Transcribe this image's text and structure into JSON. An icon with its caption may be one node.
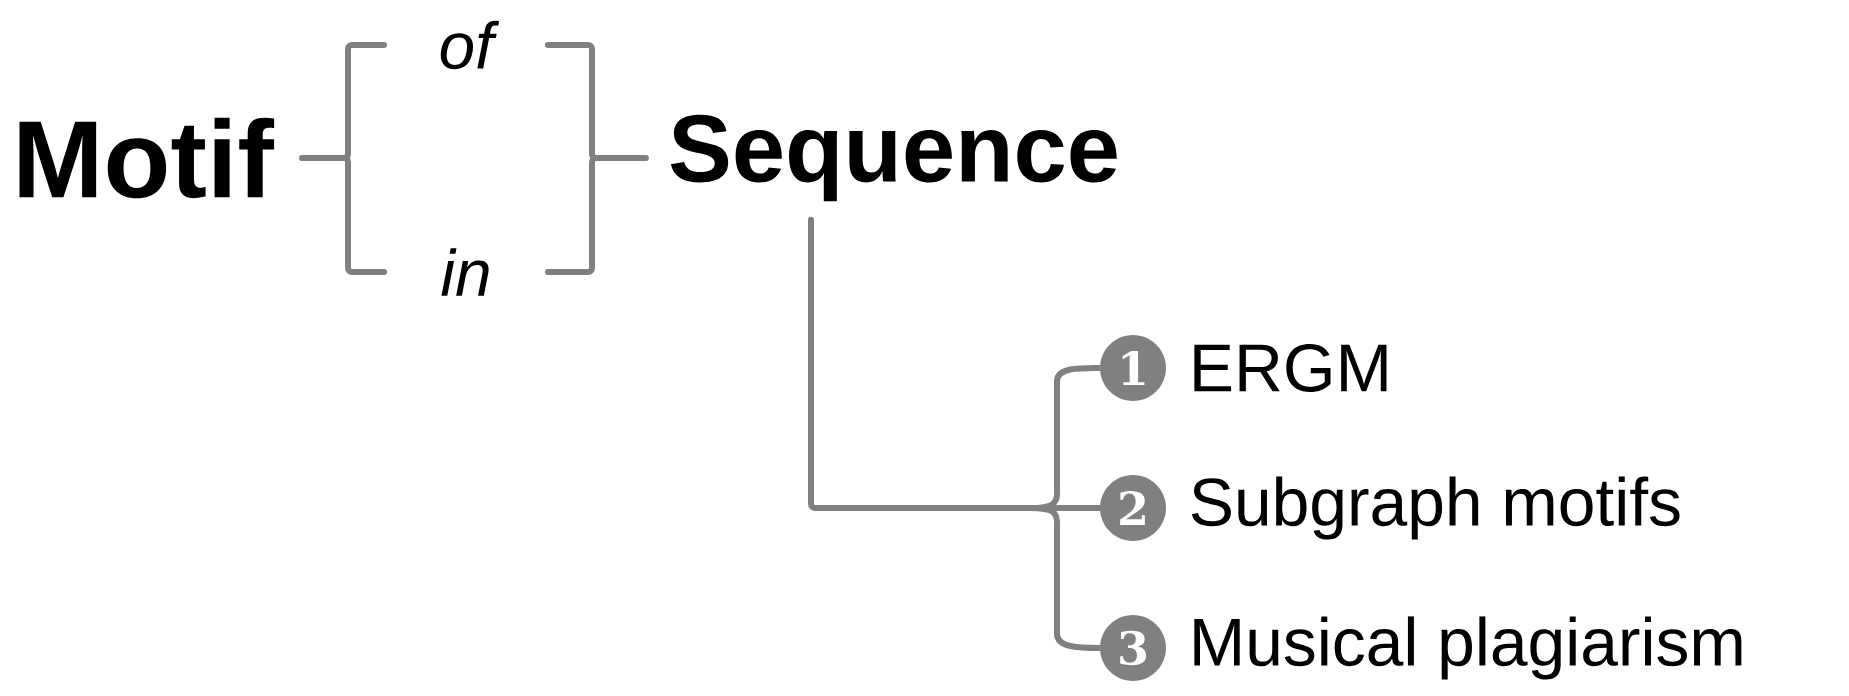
{
  "diagram": {
    "nodes": [
      {
        "text": [
          "Motif"
        ]
      },
      {
        "text": [
          "of"
        ]
      },
      {
        "text": [
          "in"
        ]
      },
      {
        "text": [
          "Sequence"
        ]
      },
      {
        "text": [
          "1"
        ],
        "beside": [
          "ERGM"
        ]
      },
      {
        "text": [
          "2"
        ],
        "beside": [
          "Subgraph motifs"
        ]
      },
      {
        "text": [
          "3"
        ],
        "beside": [
          "Musical plagiarism"
        ]
      }
    ],
    "edges": [
      {
        "from": 0,
        "to": 1,
        "arrow": "none"
      },
      {
        "from": 0,
        "to": 2,
        "arrow": "none"
      },
      {
        "from": 1,
        "to": 3,
        "arrow": "none"
      },
      {
        "from": 2,
        "to": 3,
        "arrow": "none"
      },
      {
        "from": 3,
        "to": 4,
        "arrow": "none"
      },
      {
        "from": 3,
        "to": 5,
        "arrow": "none"
      },
      {
        "from": 3,
        "to": 6,
        "arrow": "none"
      }
    ]
  }
}
